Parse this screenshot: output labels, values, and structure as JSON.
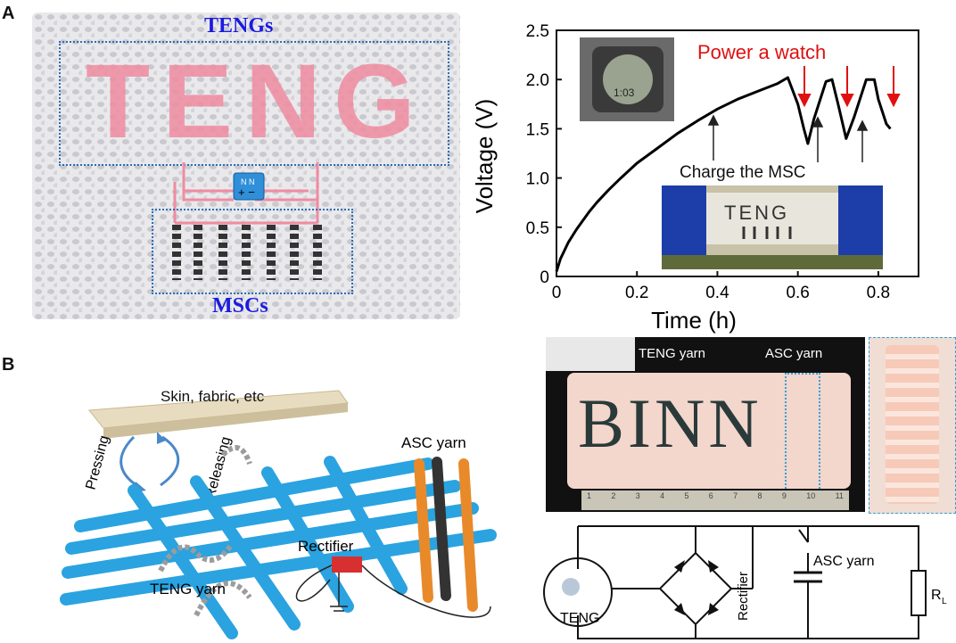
{
  "panels": {
    "a_label": "A",
    "b_label": "B"
  },
  "panel_a": {
    "illustration": {
      "tengs_label": "TENGs",
      "mscs_label": "MSCs",
      "teng_word": "TENG"
    },
    "chart_data": {
      "type": "line",
      "xlabel": "Time (h)",
      "ylabel": "Voltage (V)",
      "xlim": [
        0,
        0.9
      ],
      "ylim": [
        0,
        2.5
      ],
      "x_ticks": [
        0,
        0.2,
        0.4,
        0.6,
        0.8
      ],
      "y_ticks": [
        0,
        0.5,
        1.0,
        1.5,
        2.0,
        2.5
      ],
      "series": [
        {
          "color": "#000000",
          "x": [
            0,
            0.01,
            0.03,
            0.05,
            0.08,
            0.1,
            0.13,
            0.16,
            0.2,
            0.25,
            0.3,
            0.35,
            0.4,
            0.45,
            0.5,
            0.55,
            0.575,
            0.6,
            0.615,
            0.625,
            0.64,
            0.67,
            0.685,
            0.7,
            0.72,
            0.74,
            0.77,
            0.79,
            0.8,
            0.82,
            0.83
          ],
          "y": [
            0.05,
            0.18,
            0.35,
            0.48,
            0.65,
            0.75,
            0.88,
            1.0,
            1.15,
            1.3,
            1.45,
            1.58,
            1.7,
            1.8,
            1.88,
            1.96,
            2.02,
            1.75,
            1.5,
            1.35,
            1.6,
            1.98,
            2.0,
            1.75,
            1.4,
            1.62,
            2.0,
            2.0,
            1.8,
            1.55,
            1.5
          ]
        }
      ],
      "annotations": {
        "power": "Power a watch",
        "charge": "Charge the MSC",
        "watch_display": "1:03",
        "photo_teng_word": "TENG"
      }
    }
  },
  "panel_b": {
    "schematic": {
      "skin_label": "Skin, fabric, etc",
      "pressing_label": "Pressing",
      "releasing_label": "Releasing",
      "asc_yarn_label": "ASC yarn",
      "rectifier_label": "Rectifier",
      "teng_yarn_label": "TENG yarn"
    },
    "photo": {
      "teng_yarn_label": "TENG yarn",
      "asc_yarn_label": "ASC yarn",
      "fabric_text": "BINN",
      "ruler_numbers": [
        "1",
        "2",
        "3",
        "4",
        "5",
        "6",
        "7",
        "8",
        "9",
        "10",
        "11"
      ]
    },
    "circuit": {
      "teng_label": "TENG",
      "rectifier_label": "Rectifier",
      "asc_yarn_label": "ASC yarn",
      "load_label": "R",
      "load_subscript": "L"
    }
  },
  "colors": {
    "accent_red": "#e01010",
    "teng_pink": "#f08ca0",
    "yarn_blue": "#2aa3e0",
    "asc_orange": "#e88a2a",
    "label_blue": "#1a1ae0"
  }
}
